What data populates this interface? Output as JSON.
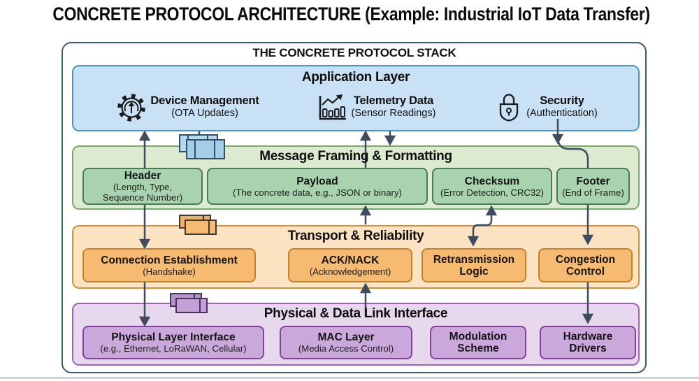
{
  "page": {
    "title": "CONCRETE PROTOCOL ARCHITECTURE (Example: Industrial IoT Data Transfer)",
    "stack_title": "THE CONCRETE PROTOCOL STACK"
  },
  "colors": {
    "connector": "#3e4c5e",
    "outer_border": "#3a5a6e"
  },
  "layers": [
    {
      "name": "Application Layer",
      "fill": "#c8e1f4",
      "border": "#5095c9",
      "items": [
        {
          "icon": "gear-ota-icon",
          "title": "Device Management",
          "subtitle": "(OTA Updates)"
        },
        {
          "icon": "bar-chart-trend-icon",
          "title": "Telemetry Data",
          "subtitle": "(Sensor Readings)"
        },
        {
          "icon": "padlock-icon",
          "title": "Security",
          "subtitle": "(Authentication)"
        }
      ]
    },
    {
      "name": "Message Framing & Formatting",
      "fill": "#dcebd0",
      "border": "#7aa96e",
      "box_fill": "#a9d3af",
      "box_border": "#497a58",
      "boxes": [
        {
          "title": "Header",
          "subtitle": "(Length, Type, Sequence Number)"
        },
        {
          "title": "Payload",
          "subtitle": "(The concrete data, e.g., JSON or binary)"
        },
        {
          "title": "Checksum",
          "subtitle": "(Error Detection, CRC32)"
        },
        {
          "title": "Footer",
          "subtitle": "(End of Frame)"
        }
      ]
    },
    {
      "name": "Transport & Reliability",
      "fill": "#fce4c2",
      "border": "#d29045",
      "box_fill": "#f6ba70",
      "box_border": "#c5802c",
      "boxes": [
        {
          "title": "Connection Establishment",
          "subtitle": "(Handshake)"
        },
        {
          "title": "ACK/NACK",
          "subtitle": "(Acknowledgement)"
        },
        {
          "title": "Retransmission Logic",
          "subtitle": ""
        },
        {
          "title": "Congestion Control",
          "subtitle": ""
        }
      ]
    },
    {
      "name": "Physical & Data Link Interface",
      "fill": "#e7d8ee",
      "border": "#a163bb",
      "box_fill": "#cba8dc",
      "box_border": "#83419e",
      "boxes": [
        {
          "title": "Physical Layer Interface",
          "subtitle": "(e.g., Ethernet, LoRaWAN, Cellular)"
        },
        {
          "title": "MAC Layer",
          "subtitle": "(Media Access Control)"
        },
        {
          "title": "Modulation Scheme",
          "subtitle": ""
        },
        {
          "title": "Hardware Drivers",
          "subtitle": ""
        }
      ]
    }
  ]
}
